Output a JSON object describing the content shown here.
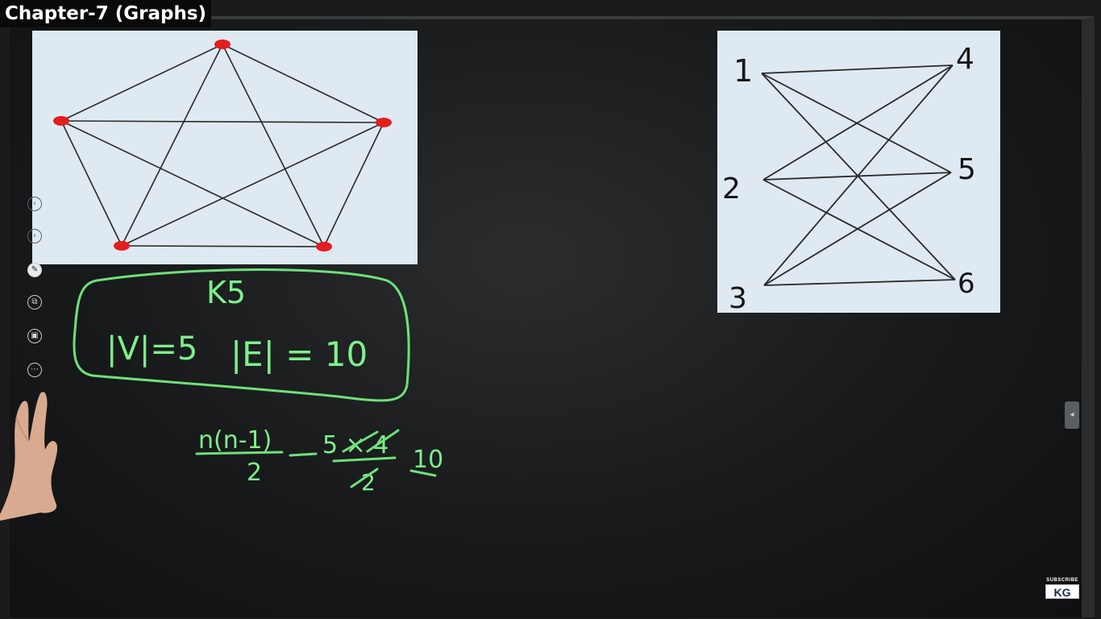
{
  "video": {
    "title": "Chapter-7 (Graphs)"
  },
  "k5_figure": {
    "vertex_color": "#e31e1e",
    "vertex_count": 5,
    "edge_count": 10
  },
  "bipartite_figure": {
    "labels": [
      "1",
      "2",
      "3",
      "4",
      "5",
      "6"
    ]
  },
  "handwriting": {
    "ink_color": "#6fe07a",
    "graph_name": "K5",
    "vertex_eq": "|V|=5",
    "edge_eq": "|E| = 10",
    "formula_num": "n(n-1)",
    "formula_den": "2",
    "subst_num": "5 × 4",
    "subst_den": "2",
    "result": "10"
  },
  "toolbar": {
    "icons": [
      "back-icon",
      "forward-icon",
      "pen-icon",
      "screenshot-icon",
      "whiteboard-icon",
      "more-icon"
    ]
  },
  "logo": {
    "subscribe": "SUBSCRIBE",
    "brand": "KG"
  },
  "side_tab": {
    "glyph": "◂"
  }
}
